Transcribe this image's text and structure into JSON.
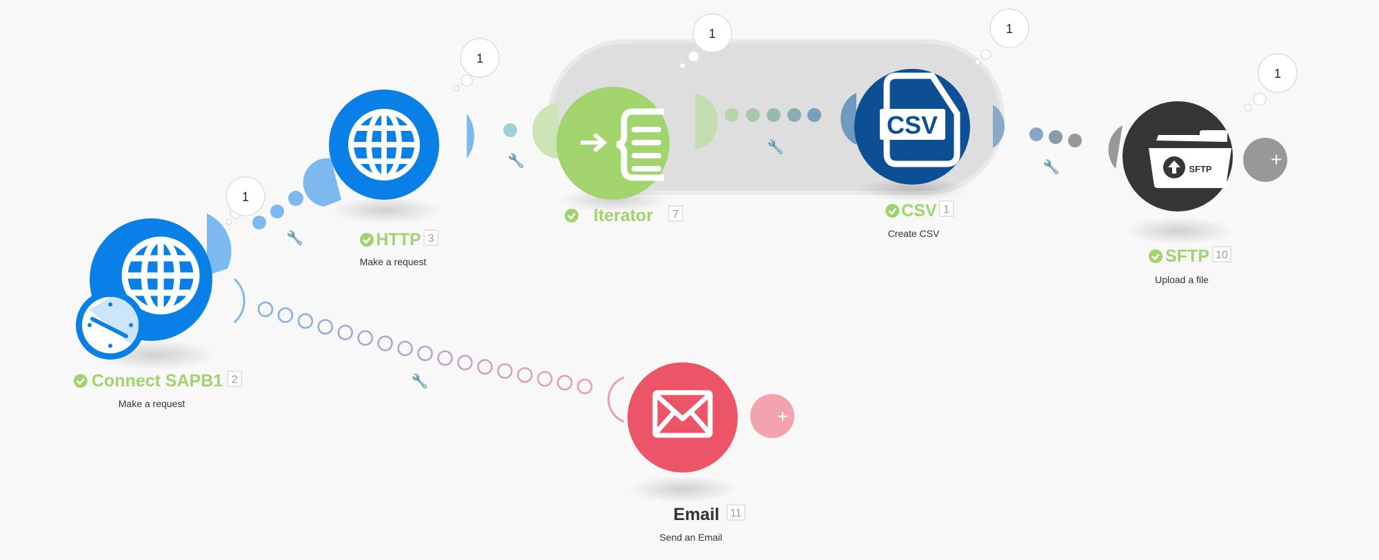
{
  "modules": [
    {
      "id": "sapb1",
      "title": "Connect SAPB1",
      "count": "2",
      "subtitle": "Make a request",
      "bubble": "1",
      "color": "#0880e6"
    },
    {
      "id": "http",
      "title": "HTTP",
      "count": "3",
      "subtitle": "Make a request",
      "bubble": "1",
      "color": "#0880e6"
    },
    {
      "id": "iterator",
      "title": "Iterator",
      "count": "7",
      "bubble": "1",
      "color": "#a2d46e"
    },
    {
      "id": "csv",
      "title": "CSV",
      "count": "1",
      "subtitle": "Create CSV",
      "bubble": "1",
      "color": "#0c4f94",
      "icon_text": "CSV"
    },
    {
      "id": "sftp",
      "title": "SFTP",
      "count": "10",
      "subtitle": "Upload a file",
      "bubble": "1",
      "color": "#363636",
      "icon_text": "SFTP"
    },
    {
      "id": "email",
      "title": "Email",
      "count": "11",
      "subtitle": "Send an Email",
      "color": "#eb5567"
    }
  ],
  "status_color": "#a0d36e",
  "add_label": "+"
}
